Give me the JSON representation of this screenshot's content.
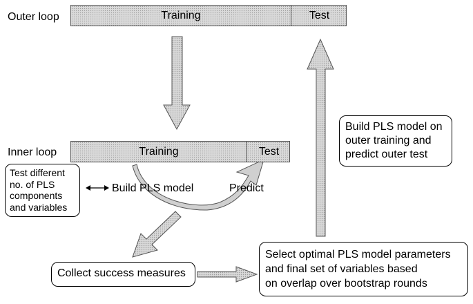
{
  "outer": {
    "label": "Outer loop",
    "training": "Training",
    "test": "Test"
  },
  "inner": {
    "label": "Inner loop",
    "training": "Training",
    "test": "Test"
  },
  "test_box": {
    "lines": [
      "Test different",
      "no. of PLS",
      "components",
      "and variables"
    ]
  },
  "build_inner": "Build PLS model",
  "predict": "Predict",
  "collect": "Collect success measures",
  "select_box": {
    "lines": [
      "Select optimal PLS model parameters",
      "and final set of variables based",
      "on overlap over bootstrap rounds"
    ]
  },
  "build_outer": {
    "lines": [
      "Build PLS model on",
      "outer training and",
      "predict outer test"
    ]
  },
  "colors": {
    "bar_fill": "#d9d9d9",
    "arrow_fill": "#d0d0d0",
    "stroke": "#555555"
  }
}
